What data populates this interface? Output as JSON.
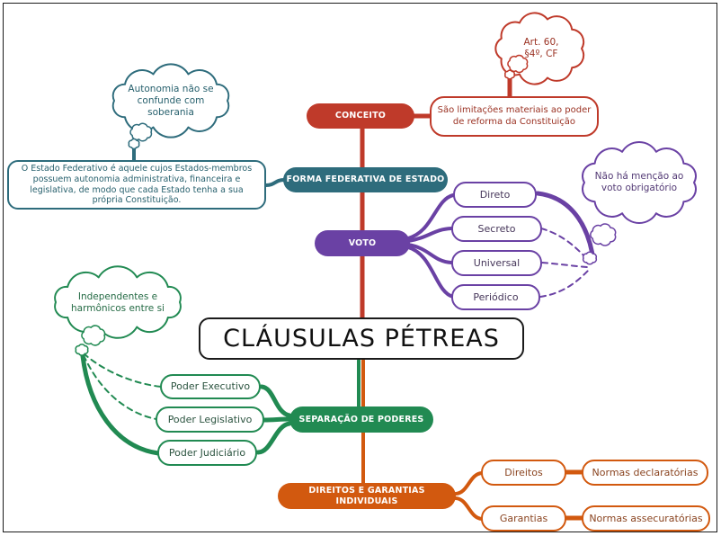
{
  "title": "CLÁUSULAS PÉTREAS",
  "conceito": {
    "label": "CONCEITO",
    "note": "São limitações materiais ao poder de reforma da Constituição",
    "cloud": "Art. 60, §4º, CF"
  },
  "forma_federativa": {
    "label": "FORMA FEDERATIVA DE ESTADO",
    "note": "O Estado Federativo é aquele cujos Estados-membros possuem autonomia administrativa, financeira e legislativa, de modo que cada Estado tenha a sua própria Constituição.",
    "cloud": "Autonomia não se confunde com soberania"
  },
  "voto": {
    "label": "VOTO",
    "items": [
      "Direto",
      "Secreto",
      "Universal",
      "Periódico"
    ],
    "cloud": "Não há menção ao voto obrigatório"
  },
  "separacao_poderes": {
    "label": "SEPARAÇÃO DE PODERES",
    "items": [
      "Poder Executivo",
      "Poder Legislativo",
      "Poder Judiciário"
    ],
    "cloud": "Independentes e harmônicos entre si"
  },
  "direitos_garantias": {
    "label": "DIREITOS E GARANTIAS INDIVIDUAIS",
    "items": [
      "Direitos",
      "Garantias"
    ],
    "notes": [
      "Normas declaratórias",
      "Normas assecuratórias"
    ]
  },
  "colors": {
    "red": "#bf3a2a",
    "teal": "#2e6c7c",
    "purple": "#6a41a4",
    "green": "#218a52",
    "orange": "#d2590f",
    "title_border": "#1b1b1b"
  }
}
